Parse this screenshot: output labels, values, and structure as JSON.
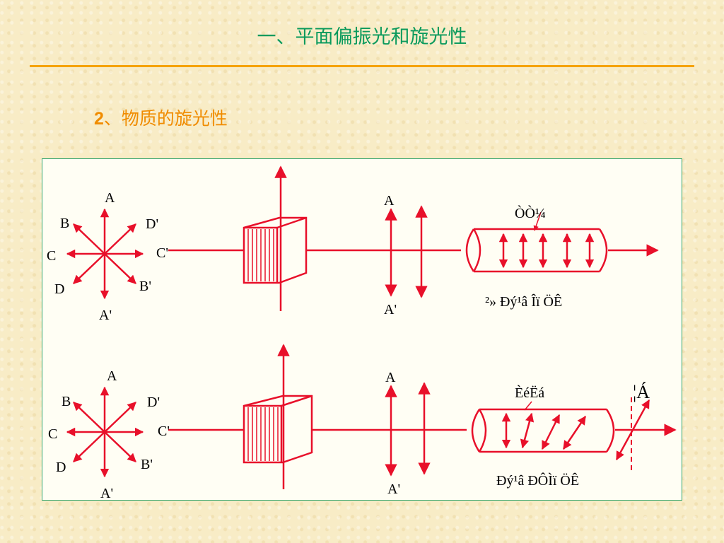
{
  "header": {
    "title": "一、平面偏振光和旋光性"
  },
  "section": {
    "number": "2",
    "heading": "、物质的旋光性"
  },
  "diagram": {
    "top": {
      "source_labels": {
        "a": "A",
        "a_prime": "A'",
        "b": "B",
        "b_prime": "B'",
        "c": "C",
        "c_prime": "C'",
        "d": "D",
        "d_prime": "D'"
      },
      "polarizer_labels": {
        "a": "A",
        "a_prime": "A'"
      },
      "tube_label": "ÒÒ¼",
      "caption": "²» Ðý¹â Îï ÖÊ"
    },
    "bottom": {
      "source_labels": {
        "a": "A",
        "a_prime": "A'",
        "b": "B",
        "b_prime": "B'",
        "c": "C",
        "c_prime": "C'",
        "d": "D",
        "d_prime": "D'"
      },
      "polarizer_labels": {
        "a": "A",
        "a_prime": "A'"
      },
      "tube_label": "ÈéËá",
      "angle_label": "¦Á",
      "caption": "Ðý¹â ÐÔÌï ÖÊ"
    },
    "colors": {
      "stroke": "#e8102a",
      "text": "#000000"
    }
  }
}
